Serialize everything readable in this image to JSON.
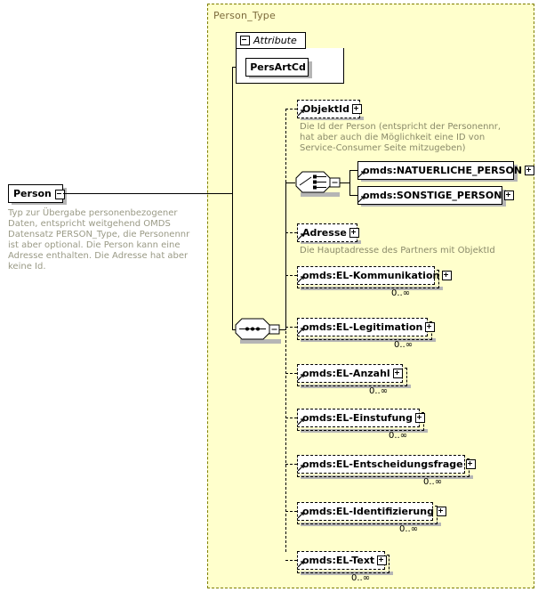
{
  "diagram": {
    "kind": "xml-schema-element-diagram",
    "root": {
      "label": "Person",
      "toggle": "minus",
      "annotation": "Typ zur Übergabe personenbezogener Daten, entspricht weitgehend OMDS Datensatz PERSON_Type, die Personennr ist aber optional. Die Person kann eine Adresse enthalten. Die Adresse hat aber keine Id."
    },
    "type_container": {
      "title": "Person_Type"
    },
    "attribute_group": {
      "label": "Attribute",
      "toggle": "minus",
      "attributes": [
        {
          "label": "PersArtCd"
        }
      ]
    },
    "sequence": {
      "symbol": "sequence-compositor",
      "toggle": "minus"
    },
    "choice": {
      "symbol": "choice-compositor",
      "toggle": "minus",
      "options": [
        {
          "label": "omds:NATUERLICHE_PERSON",
          "toggle": "plus",
          "border": "solid"
        },
        {
          "label": "omds:SONSTIGE_PERSON",
          "toggle": "plus",
          "border": "solid"
        }
      ]
    },
    "elements": [
      {
        "label": "ObjektId",
        "toggle": "plus",
        "border": "dashed",
        "occurrence": "",
        "repeating": false,
        "annotation": "Die Id der Person (entspricht der Personennr, hat aber auch die Möglichkeit eine ID von Service-Consumer Seite mitzugeben)"
      },
      {
        "label": "Adresse",
        "toggle": "plus",
        "border": "dashed",
        "occurrence": "",
        "repeating": false,
        "annotation": "Die Hauptadresse des Partners mit ObjektId"
      },
      {
        "label": "omds:EL-Kommunikation",
        "toggle": "plus",
        "border": "dashed",
        "occurrence": "0..∞",
        "repeating": true,
        "annotation": ""
      },
      {
        "label": "omds:EL-Legitimation",
        "toggle": "plus",
        "border": "dashed",
        "occurrence": "0..∞",
        "repeating": true,
        "annotation": ""
      },
      {
        "label": "omds:EL-Anzahl",
        "toggle": "plus",
        "border": "dashed",
        "occurrence": "0..∞",
        "repeating": true,
        "annotation": ""
      },
      {
        "label": "omds:EL-Einstufung",
        "toggle": "plus",
        "border": "dashed",
        "occurrence": "0..∞",
        "repeating": true,
        "annotation": ""
      },
      {
        "label": "omds:EL-Entscheidungsfrage",
        "toggle": "plus",
        "border": "dashed",
        "occurrence": "0..∞",
        "repeating": true,
        "annotation": ""
      },
      {
        "label": "omds:EL-Identifizierung",
        "toggle": "plus",
        "border": "dashed",
        "occurrence": "0..∞",
        "repeating": true,
        "annotation": ""
      },
      {
        "label": "omds:EL-Text",
        "toggle": "plus",
        "border": "dashed",
        "occurrence": "0..∞",
        "repeating": true,
        "annotation": ""
      }
    ],
    "colors": {
      "type_background": "#FFFFCC",
      "type_border": "#808000",
      "type_title_text": "#7C6A3C",
      "annotation_text": "#8A8A6A",
      "node_background": "#FFFFFF",
      "line": "#000000",
      "shadow": "#B5B5B5"
    }
  }
}
